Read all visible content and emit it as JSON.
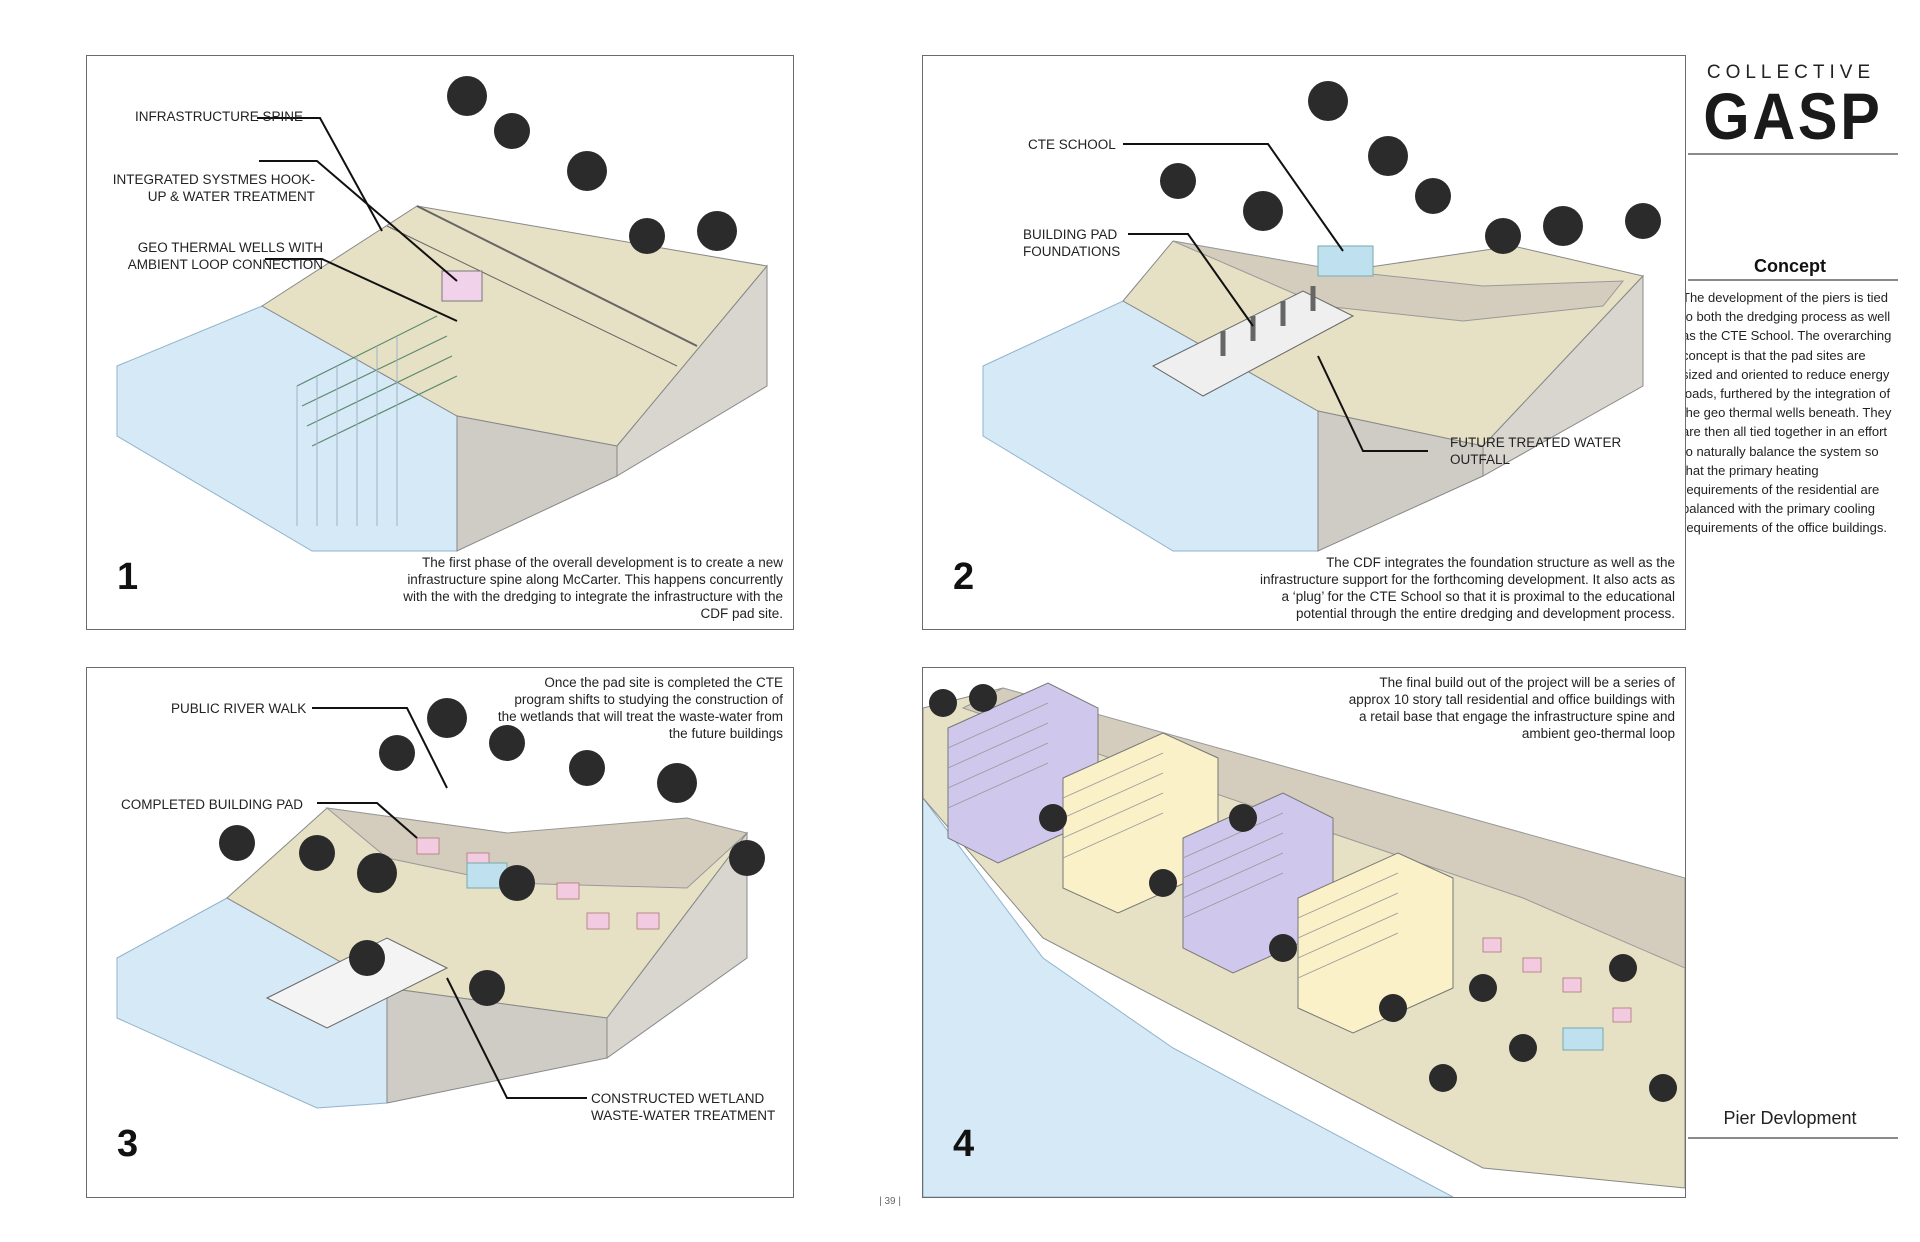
{
  "brand": {
    "top": "COLLECTIVE",
    "main": "GASP"
  },
  "concept": {
    "heading": "Concept",
    "body": "The development of the piers is tied to both the dredging process as well as the CTE School. The overarching concept is that the pad sites are sized and oriented to reduce energy loads, furthered by the integration of the geo thermal wells beneath. They are then all tied together in an effort to naturally balance the system so that the primary heating requirements of the residential are balanced with the primary cooling requirements of the office buildings."
  },
  "footer": {
    "title": "Pier Devlopment",
    "page_number": "| 39 |"
  },
  "panels": [
    {
      "number": "1",
      "labels": [
        "INFRASTRUCTURE SPINE",
        "INTEGRATED SYSTMES HOOK-",
        "UP & WATER TREATMENT",
        "GEO THERMAL WELLS WITH",
        "AMBIENT LOOP CONNECTION"
      ],
      "caption": [
        "The first phase of the overall development is to create a new",
        "infrastructure spine along McCarter. This happens concurrently",
        "with the  with the dredging to integrate the infrastructure with the",
        "CDF pad site."
      ]
    },
    {
      "number": "2",
      "labels": [
        "CTE SCHOOL",
        "BUILDING PAD",
        "FOUNDATIONS",
        "FUTURE TREATED WATER",
        "OUTFALL"
      ],
      "caption": [
        "The CDF integrates the foundation structure as well as the",
        "infrastructure support for the forthcoming development. It also acts as",
        "a ‘plug’ for the CTE  School so that it is proximal to the educational",
        "potential through the entire dredging and development process."
      ]
    },
    {
      "number": "3",
      "labels": [
        "PUBLIC RIVER WALK",
        "COMPLETED BUILDING PAD",
        "CONSTRUCTED WETLAND",
        "WASTE-WATER TREATMENT"
      ],
      "caption": [
        "Once the pad site is completed the CTE",
        "program shifts to studying the construction of",
        "the wetlands that will treat the waste-water from",
        "the future buildings"
      ]
    },
    {
      "number": "4",
      "labels": [],
      "caption": [
        "The final build out of the project will be a series of",
        "approx 10 story tall residential and office buildings with",
        "a retail base that engage the infrastructure spine and",
        "ambient geo-thermal loop"
      ]
    }
  ],
  "colors": {
    "water": "#d6e9f7",
    "ground": "#e6e1c4",
    "grey": "#d9d6d0",
    "lavender": "#cfc8ec",
    "cream": "#fbf1c8",
    "pink": "#f2cbe0"
  }
}
